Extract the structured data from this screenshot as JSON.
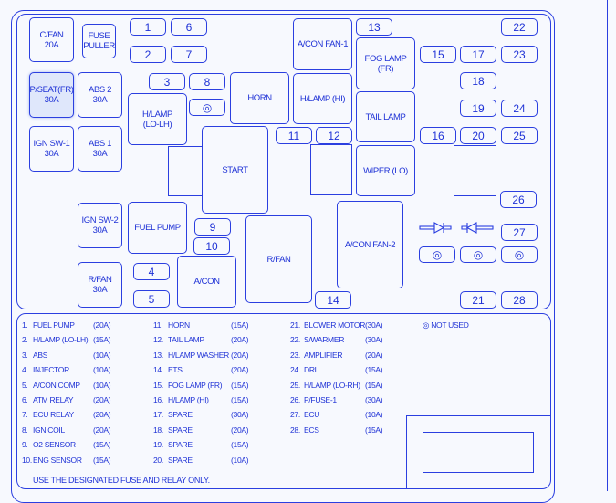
{
  "relays": {
    "cfan": "C/FAN\n20A",
    "puller": "FUSE\nPULLER",
    "pseat": "P/SEAT(FR)\n30A",
    "abs2": "ABS 2\n30A",
    "ignsw1": "IGN SW-1\n30A",
    "abs1": "ABS 1\n30A",
    "ignsw2": "IGN SW-2\n30A",
    "rfan30": "R/FAN\n30A",
    "hlamplo": "H/LAMP\n(LO-LH)",
    "horn": "HORN",
    "start": "START",
    "fuelpump": "FUEL PUMP",
    "rfan": "R/FAN",
    "acon": "A/CON",
    "aconfan1": "A/CON FAN-1",
    "hlamphi": "H/LAMP (HI)",
    "foglamp": "FOG LAMP\n(FR)",
    "taillamp": "TAIL LAMP",
    "wiper": "WIPER (LO)",
    "aconfan2": "A/CON FAN-2"
  },
  "fuses": {
    "f1": "1",
    "f2": "2",
    "f3": "3",
    "f4": "4",
    "f5": "5",
    "f6": "6",
    "f7": "7",
    "f8": "8",
    "f9": "9",
    "f10": "10",
    "f11": "11",
    "f12": "12",
    "f13": "13",
    "f14": "14",
    "f15": "15",
    "f16": "16",
    "f17": "17",
    "f18": "18",
    "f19": "19",
    "f20": "20",
    "f21": "21",
    "f22": "22",
    "f23": "23",
    "f24": "24",
    "f25": "25",
    "f26": "26",
    "f27": "27",
    "f28": "28"
  },
  "legend": {
    "col1": [
      {
        "num": "1.",
        "name": "FUEL PUMP",
        "amp": "(20A)"
      },
      {
        "num": "2.",
        "name": "H/LAMP (LO-LH)",
        "amp": "(15A)"
      },
      {
        "num": "3.",
        "name": "ABS",
        "amp": "(10A)"
      },
      {
        "num": "4.",
        "name": "INJECTOR",
        "amp": "(10A)"
      },
      {
        "num": "5.",
        "name": "A/CON COMP",
        "amp": "(10A)"
      },
      {
        "num": "6.",
        "name": "ATM RELAY",
        "amp": "(20A)"
      },
      {
        "num": "7.",
        "name": "ECU RELAY",
        "amp": "(20A)"
      },
      {
        "num": "8.",
        "name": "IGN COIL",
        "amp": "(20A)"
      },
      {
        "num": "9.",
        "name": "O2 SENSOR",
        "amp": "(15A)"
      },
      {
        "num": "10.",
        "name": "ENG SENSOR",
        "amp": "(15A)"
      }
    ],
    "col2": [
      {
        "num": "11.",
        "name": "HORN",
        "amp": "(15A)"
      },
      {
        "num": "12.",
        "name": "TAIL LAMP",
        "amp": "(20A)"
      },
      {
        "num": "13.",
        "name": "H/LAMP WASHER",
        "amp": "(20A)"
      },
      {
        "num": "14.",
        "name": "ETS",
        "amp": "(20A)"
      },
      {
        "num": "15.",
        "name": "FOG LAMP (FR)",
        "amp": "(15A)"
      },
      {
        "num": "16.",
        "name": "H/LAMP (HI)",
        "amp": "(15A)"
      },
      {
        "num": "17.",
        "name": "SPARE",
        "amp": "(30A)"
      },
      {
        "num": "18.",
        "name": "SPARE",
        "amp": "(20A)"
      },
      {
        "num": "19.",
        "name": "SPARE",
        "amp": "(15A)"
      },
      {
        "num": "20.",
        "name": "SPARE",
        "amp": "(10A)"
      }
    ],
    "col3": [
      {
        "num": "21.",
        "name": "BLOWER MOTOR",
        "amp": "(30A)"
      },
      {
        "num": "22.",
        "name": "S/WARMER",
        "amp": "(30A)"
      },
      {
        "num": "23.",
        "name": "AMPLIFIER",
        "amp": "(20A)"
      },
      {
        "num": "24.",
        "name": "DRL",
        "amp": "(15A)"
      },
      {
        "num": "25.",
        "name": "H/LAMP (LO-RH)",
        "amp": "(15A)"
      },
      {
        "num": "26.",
        "name": "P/FUSE-1",
        "amp": "(30A)"
      },
      {
        "num": "27.",
        "name": "ECU",
        "amp": "(10A)"
      },
      {
        "num": "28.",
        "name": "ECS",
        "amp": "(15A)"
      }
    ],
    "not_used": "NOT USED",
    "footer": "USE THE DESIGNATED FUSE AND RELAY ONLY."
  },
  "colors": {
    "line": "#2b3fe0",
    "text": "#1f32d6",
    "highlight": "#dfe7fb"
  }
}
